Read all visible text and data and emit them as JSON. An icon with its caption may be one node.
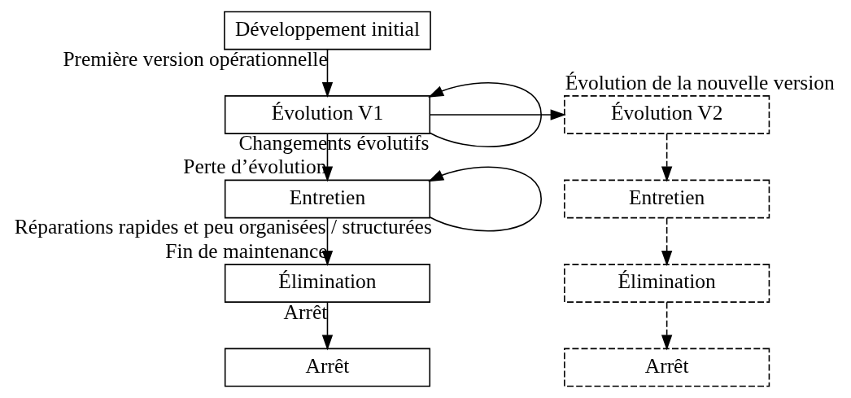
{
  "diagram": {
    "nodes": [
      {
        "text": [
          "Développement initial"
        ]
      },
      {
        "text": [
          "Évolution V1"
        ]
      },
      {
        "text": [
          "Entretien"
        ]
      },
      {
        "text": [
          "Élimination"
        ]
      },
      {
        "text": [
          "Arrêt"
        ]
      },
      {
        "text": [
          "Évolution V2"
        ],
        "beside": [
          "Évolution de la nouvelle version"
        ]
      },
      {
        "text": [
          "Entretien"
        ]
      },
      {
        "text": [
          "Élimination"
        ]
      },
      {
        "text": [
          "Arrêt"
        ]
      }
    ],
    "edges": [
      {
        "from": 0,
        "to": 1,
        "arrow": "to",
        "label": "Première version opérationnelle"
      },
      {
        "from": 1,
        "to": 1,
        "arrow": "to",
        "label": "Changements évolutifs"
      },
      {
        "from": 1,
        "to": 5,
        "arrow": "to"
      },
      {
        "from": 1,
        "to": 2,
        "arrow": "to",
        "label": "Perte d’évolution"
      },
      {
        "from": 2,
        "to": 2,
        "arrow": "to",
        "label": "Réparations rapides et peu organisées / structurées"
      },
      {
        "from": 2,
        "to": 3,
        "arrow": "to",
        "label": "Fin de maintenance"
      },
      {
        "from": 3,
        "to": 4,
        "arrow": "to",
        "label": "Arrêt"
      },
      {
        "from": 5,
        "to": 6,
        "arrow": "to",
        "style": "dashed"
      },
      {
        "from": 6,
        "to": 7,
        "arrow": "to",
        "style": "dashed"
      },
      {
        "from": 7,
        "to": 8,
        "arrow": "to",
        "style": "dashed"
      }
    ]
  }
}
